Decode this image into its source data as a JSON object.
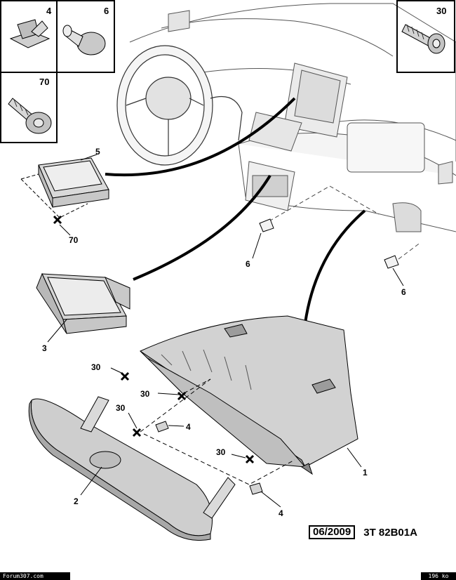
{
  "insets": {
    "part_4": "4",
    "part_6": "6",
    "part_30": "30",
    "part_70": "70"
  },
  "callouts": {
    "part_5": "5",
    "part_70": "70",
    "part_6_upper": "6",
    "part_6_right": "6",
    "part_3": "3",
    "part_30_a": "30",
    "part_30_b": "30",
    "part_30_c": "30",
    "part_30_d": "30",
    "part_4_a": "4",
    "part_4_b": "4",
    "part_1": "1",
    "part_2": "2"
  },
  "reference": {
    "date": "06/2009",
    "code": "3T 82B01A"
  },
  "footer": {
    "site": "Forum307.com",
    "size": "196 ko"
  },
  "colors": {
    "line": "#000000",
    "part_fill": "#d6d6d6",
    "part_shade": "#b5b5b5",
    "dash_fill": "#f2f2f2"
  }
}
